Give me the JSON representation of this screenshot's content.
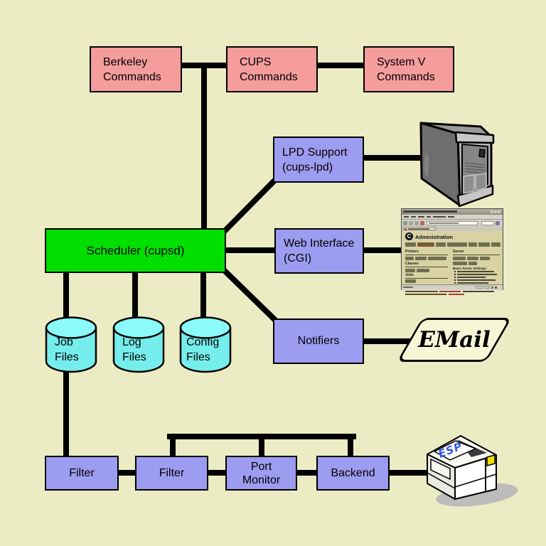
{
  "colors": {
    "background": "#ececc4",
    "command_box": "#f59c9c",
    "module_box": "#9c9cf0",
    "scheduler_box": "#00df00",
    "file_store_body": "#76eded",
    "file_store_top": "#8afafa",
    "email_fill": "#f7f7d8",
    "connector": "#000000",
    "printer_panel": "#efdf00",
    "printer_logo_blue": "#2f55e8"
  },
  "nodes": {
    "berkeley": {
      "line1": "Berkeley",
      "line2": "Commands"
    },
    "cups": {
      "line1": "CUPS",
      "line2": "Commands"
    },
    "sysv": {
      "line1": "System V",
      "line2": "Commands"
    },
    "lpd": {
      "line1": "LPD Support",
      "line2": "(cups-lpd)"
    },
    "scheduler": {
      "label": "Scheduler (cupsd)"
    },
    "web": {
      "line1": "Web Interface",
      "line2": "(CGI)"
    },
    "notifiers": {
      "label": "Notifiers"
    },
    "email": {
      "label": "EMail"
    },
    "job": {
      "line1": "Job",
      "line2": "Files"
    },
    "log": {
      "line1": "Log",
      "line2": "Files"
    },
    "config": {
      "line1": "Config",
      "line2": "Files"
    },
    "filter1": {
      "label": "Filter"
    },
    "filter2": {
      "label": "Filter"
    },
    "port_monitor": {
      "line1": "Port",
      "line2": "Monitor"
    },
    "backend": {
      "label": "Backend"
    }
  },
  "browser": {
    "logo": "C",
    "heading": "Administration",
    "sections": {
      "printers": "Printers",
      "classes": "Classes",
      "jobs": "Jobs",
      "server": "Server",
      "settings": "Basic Server Settings:"
    }
  },
  "printer": {
    "paper_text": "ESP"
  }
}
